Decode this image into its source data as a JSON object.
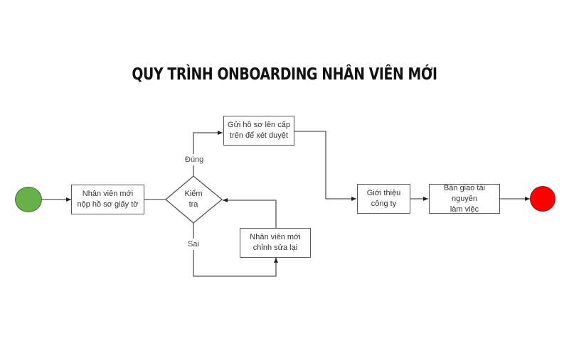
{
  "title": "QUY TRÌNH ONBOARDING NHÂN VIÊN MỚI",
  "colors": {
    "start": "#67b04a",
    "start_border": "#3f6e2c",
    "end": "#ff0000",
    "end_border": "#8a1a1a",
    "line": "#555555",
    "text": "#333333"
  },
  "nodes": {
    "start": {
      "shape": "circle",
      "color": "green"
    },
    "submit_docs": {
      "line1": "Nhân viên mới",
      "line2": "nộp hồ sơ giấy tờ"
    },
    "check": {
      "line1": "Kiểm",
      "line2": "tra"
    },
    "send_up": {
      "line1": "Gửi hồ sơ lên cấp",
      "line2": "trên để xét duyệt"
    },
    "revise": {
      "line1": "Nhân viên mới",
      "line2": "chỉnh sửa lại"
    },
    "intro": {
      "line1": "Giới thiệu",
      "line2": "công ty"
    },
    "handover": {
      "line1": "Bàn giao tài nguyên",
      "line2": "làm việc"
    },
    "end": {
      "shape": "circle",
      "color": "red"
    }
  },
  "edge_labels": {
    "yes": "Đúng",
    "no": "Sai"
  }
}
